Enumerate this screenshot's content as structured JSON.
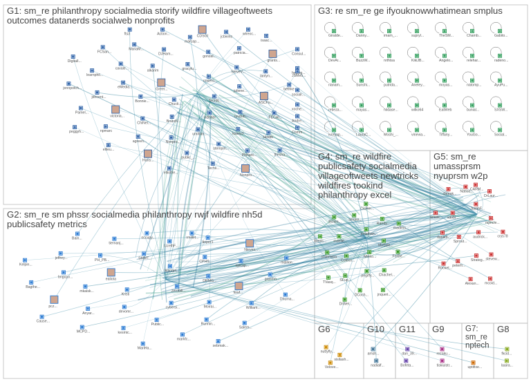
{
  "groups": [
    {
      "id": "G1",
      "title_lines": [
        "G1: sm_re philanthropy socialmedia storify wildfire villageoftweets",
        "outcomes datanerds socialweb nonprofits"
      ],
      "color": "#3366aa",
      "nodes": [
        "TechN...",
        "Chuck...",
        "roxiero...",
        "Irdistler",
        "Greer...",
        "juliene...",
        "BrandV...",
        "gracylu...",
        "luvdub...",
        "Bonnie...",
        "SteveV...",
        "umihan...",
        "alkarim",
        "ASCFu...",
        "ChiNei...",
        "gonzal...",
        "kaseyJ",
        "eMedia...",
        "lanlyn...",
        "Nonpro...",
        "DJHam...",
        "FECAl...",
        "victoria...",
        "patricia...",
        "stempm...",
        "cavale...",
        "bethke",
        "agreen...",
        "marcap...",
        "Heidib",
        "jdncent...",
        "grants...",
        "public_...",
        "MariaM...",
        "xoche...",
        "npmarc",
        "jcbivins",
        "Phillant...",
        "learnphil...",
        "helpsg...",
        "Hans...",
        "Action...",
        "Comm...",
        "Pamel...",
        "isaac...",
        "Techs...",
        "FCSan...",
        "socialr...",
        "ellieu...",
        "CDSGI",
        "thesha...",
        "jonnpotch...",
        "Consul...",
        "elliothe...",
        "fts3",
        "Andre...",
        "peggyh...",
        "wireoc...",
        "Nonpro...",
        "DigitalI...",
        "JSMeu..."
      ]
    },
    {
      "id": "G2",
      "title_lines": [
        "G2: sm_re sm phssr socialmedia philanthropy rwjf wildfire nh5d",
        "publicsafety metrics"
      ],
      "color": "#2b7bd3",
      "nodes": [
        "zerobill...",
        "Kristi",
        "MariaH...",
        "cybersi...",
        "ealiota",
        "DRMG...",
        "devomr...",
        "SMMT...",
        "Moirai...",
        "mkalsk...",
        "CPHS...",
        "Public...",
        "PH_PB...",
        "fewf...",
        "Anyar...",
        "LizethF...",
        "Runnin...",
        "bnguyo...",
        "epicap...",
        "kesmic...",
        "tiernanj...",
        "William...",
        "pcz...",
        "tinper1",
        "markfc...",
        "jeffrey...",
        "gojorho...",
        "MCPD...",
        "occupy...",
        "Salem...",
        "Bagthe...",
        "Nieves...",
        "MariHa...",
        "Bain...",
        "Dhuma...",
        "Cause...",
        "rmillet...",
        "sebmak...",
        "Kelpin...",
        "mdillon..."
      ]
    },
    {
      "id": "G3",
      "title_lines": [
        "G3: re sm_re ge ifyouknowwhatimean smplus"
      ],
      "color": "#2e9d5a",
      "nodes": [
        "Giralde...",
        "Danny...",
        "imam_...",
        "supryl...",
        "TheSM...",
        "Chamb...",
        "Gabito...",
        "DevAr...",
        "BuzzW...",
        "nrthtsa",
        "KikiJB...",
        "Angelo...",
        "relehar...",
        "radeno...",
        "rianam...",
        "Sunshi...",
        "putrida...",
        "Aneley...",
        "moyas...",
        "natomp...",
        "AyuPu...",
        "retieza...",
        "mayas...",
        "hiidase...",
        "wilko64",
        "EatWeb",
        "bunial...",
        "SXSW...",
        "ivoryap...",
        "LauraC...",
        "Moshi_...",
        "vinevia...",
        "Tiffany...",
        "YouGo...",
        "Social..."
      ]
    },
    {
      "id": "G4",
      "title_lines": [
        "G4: sm_re wildfire",
        "publicsafety socialmedia",
        "villageoftweets newtricks",
        "wildfires tookind",
        "philanthropy excel"
      ],
      "color": "#3a9a2a",
      "nodes": [
        "Minko...",
        "Coleco...",
        "jonathan...",
        "pegiffy...",
        "mdelle...",
        "MySide...",
        "SFup...",
        "smoke...",
        "Chachel...",
        "jmferreira",
        "Randy...",
        "DCoch...",
        "Bchim...",
        "ForBe...",
        "TVasq...",
        "CisHer...",
        "jnqueri...",
        "Benic...",
        "madims...",
        "DrWel..."
      ]
    },
    {
      "id": "G5",
      "title_lines": [
        "G5: sm_re",
        "umassprsm",
        "nyuprsm w2p"
      ],
      "color": "#cc3333",
      "nodes": [
        "audrick...",
        "Sprout...",
        "JustinF...",
        "Strateg...",
        "vdobi...",
        "mjmcle...",
        "peterfr...",
        "Nation...",
        "stevew...",
        "danieb...",
        "DrLaur...",
        "Alexan...",
        "cbreak...",
        "crys78",
        "Rocket...",
        "CARM...",
        "mcoid...",
        "arlask..."
      ]
    },
    {
      "id": "G6",
      "title_lines": [
        "G6"
      ],
      "color": "#cc8800",
      "nodes": [
        "nuttyfly...",
        "sisilash...",
        "Velove..."
      ]
    },
    {
      "id": "G10",
      "title_lines": [
        "G10"
      ],
      "color": "#447799",
      "nodes": [
        "amsh...",
        "nadialf..."
      ]
    },
    {
      "id": "G11",
      "title_lines": [
        "G11"
      ],
      "color": "#6644aa",
      "nodes": [
        "dan_39...",
        "Bofeta..."
      ]
    },
    {
      "id": "G9",
      "title_lines": [
        "G9"
      ],
      "color": "#aa3388",
      "nodes": [
        "rezaku...",
        "tiskiulstr..."
      ]
    },
    {
      "id": "G7",
      "title_lines": [
        "G7:",
        "sm_re",
        "nptech"
      ],
      "color": "#cc6600",
      "nodes": [
        "uptifixe..."
      ]
    },
    {
      "id": "G8",
      "title_lines": [
        "G8"
      ],
      "color": "#88aa22",
      "nodes": [
        "fkcid...",
        "laaira..."
      ]
    }
  ]
}
